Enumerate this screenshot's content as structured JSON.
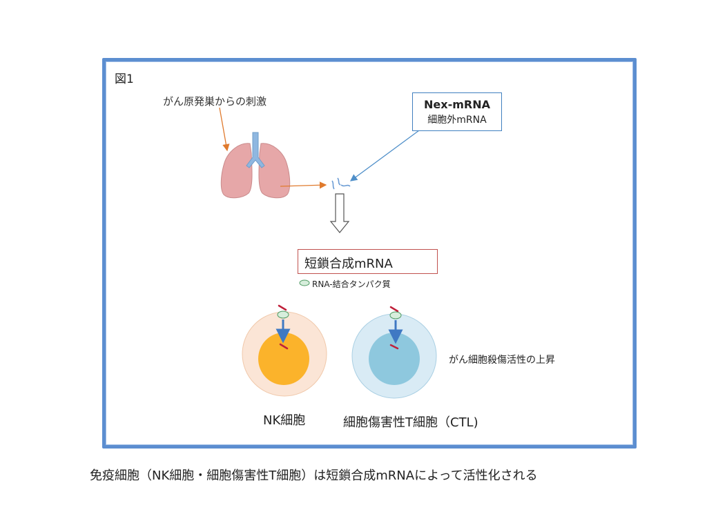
{
  "figure_label": "図1",
  "stimulus_text": "がん原発巣からの刺激",
  "nex_box": {
    "title": "Nex-mRNA",
    "subtitle": "細胞外mRNA"
  },
  "short_mrna_label": "短鎖合成mRNA",
  "rbp_label": "RNA-結合タンパク質",
  "cancer_kill_text": "がん細胞殺傷活性の上昇",
  "nk_label": "NK細胞",
  "ctl_label": "細胞傷害性T細胞（CTL)",
  "caption": "免疫細胞（NK細胞・細胞傷害性T細胞）は短鎖合成mRNAによって活性化される",
  "colors": {
    "frame": "#5c8ed0",
    "mrna_red": "#c0203a",
    "nk_outer": "#fbe5d6",
    "nk_inner": "#fbb32b",
    "ctl_outer": "#d9ebf5",
    "ctl_inner": "#8ec8de",
    "lung": "#e6a7a8",
    "trachea": "#8fb7e0",
    "rbp_green": "#d7eedc"
  }
}
